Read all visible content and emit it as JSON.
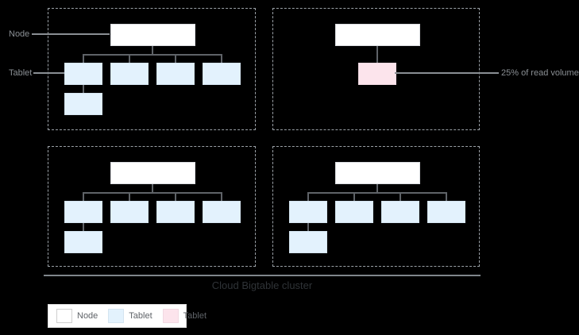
{
  "colors": {
    "background": "#000000",
    "dashed_border": "#9aa0a6",
    "node_fill": "#ffffff",
    "node_border": "#dadce0",
    "tablet_blue_fill": "#e3f2fd",
    "tablet_blue_border": "#d4e4f0",
    "tablet_pink_fill": "#fce4ec",
    "tablet_pink_border": "#f1d9e2",
    "connector": "#5f6368",
    "leader": "#8a8f94",
    "label_text": "#8a8f94",
    "cluster_line": "#80868b",
    "cluster_text": "#2f3337",
    "legend_border": "#dcdcdc",
    "legend_text": "#5f6368"
  },
  "annotations": {
    "node_label": "Node",
    "tablet_label": "Tablet",
    "read_volume_label": "25% of read volume"
  },
  "cluster": {
    "label": "Cloud Bigtable cluster"
  },
  "legend": {
    "items": [
      {
        "label": "Node",
        "swatch": "node-white"
      },
      {
        "label": "Tablet",
        "swatch": "tablet-blue"
      },
      {
        "label": "Tablet",
        "swatch": "tablet-pink"
      }
    ]
  }
}
